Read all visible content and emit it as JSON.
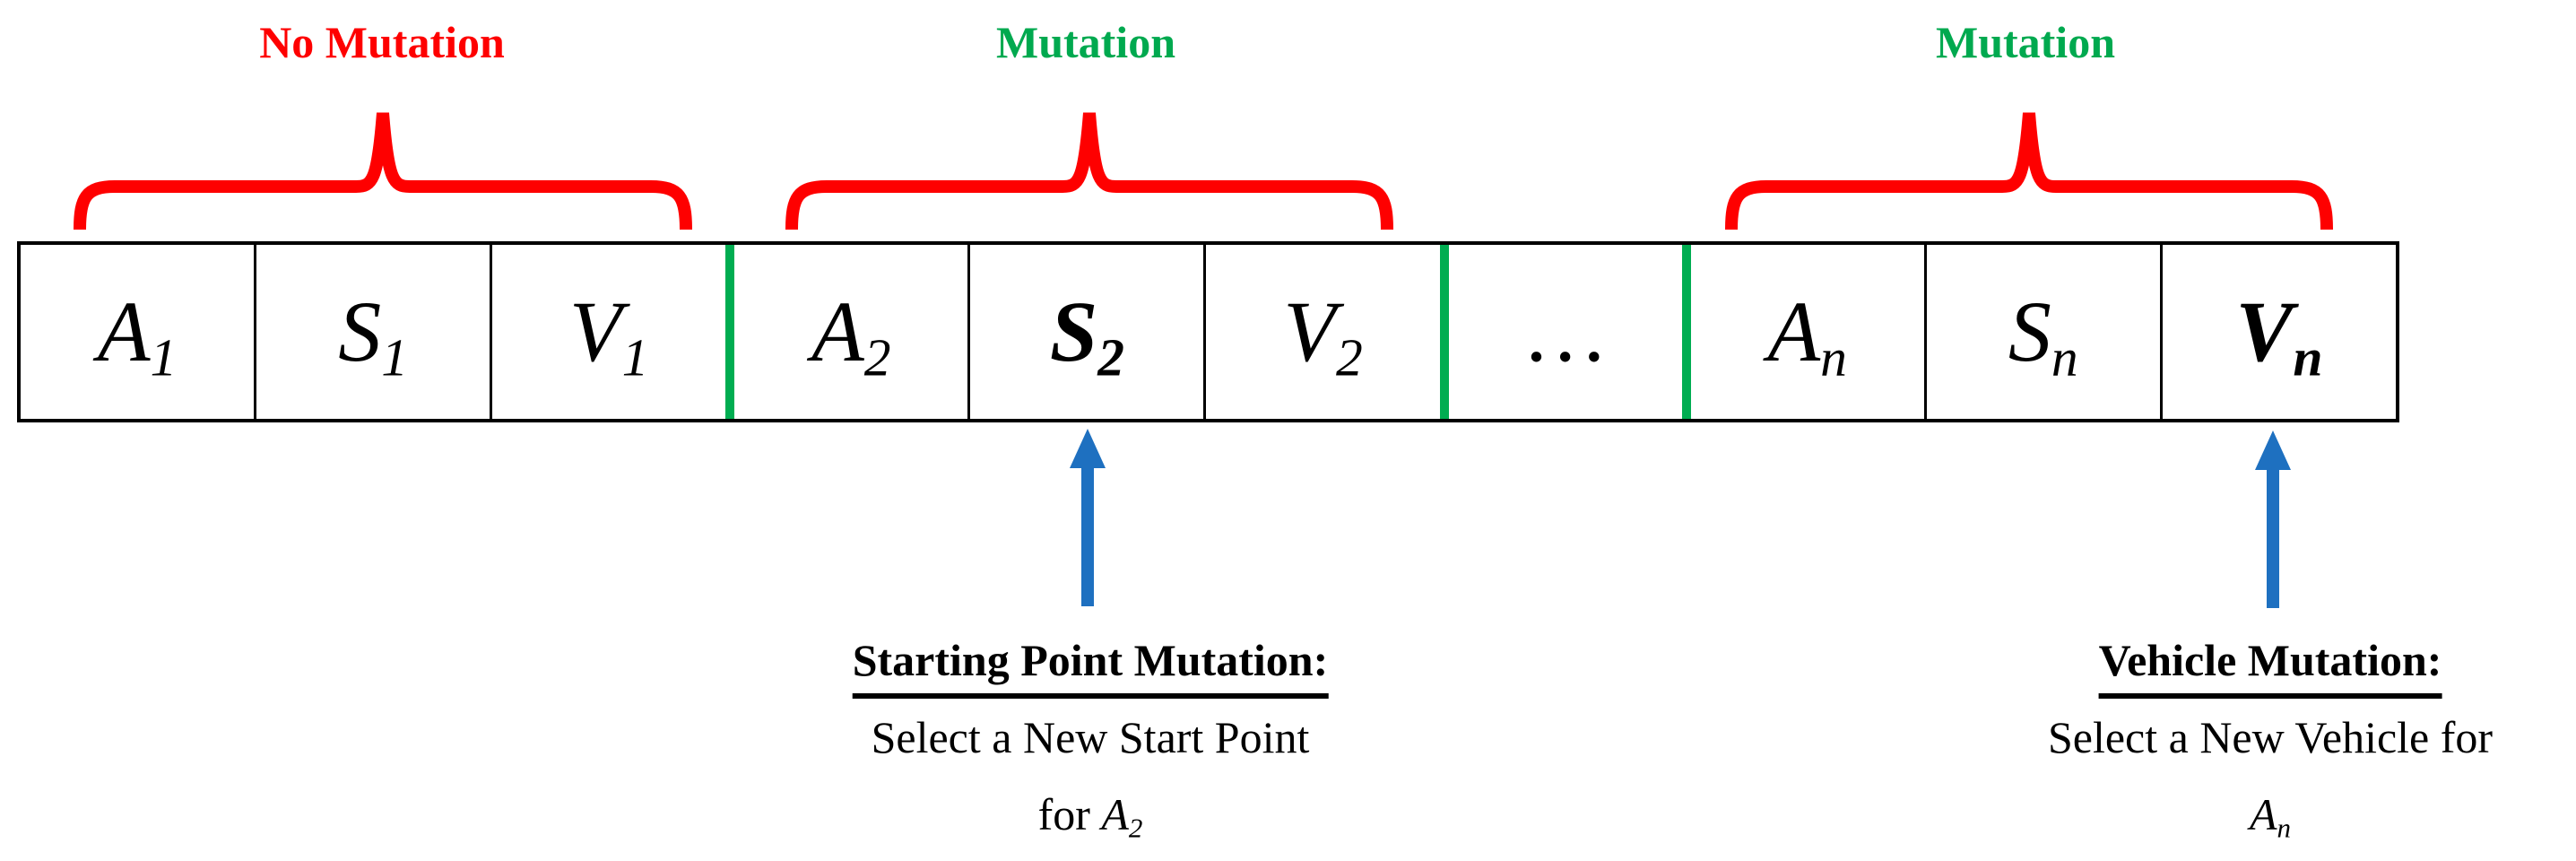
{
  "colors": {
    "red": "#fe0000",
    "green": "#00a94f",
    "blue": "#1e70c0",
    "black": "#000000",
    "background": "#ffffff"
  },
  "group_labels": [
    {
      "text": "No Mutation",
      "color": "red"
    },
    {
      "text": "Mutation",
      "color": "green"
    },
    {
      "text": "Mutation",
      "color": "green"
    }
  ],
  "chromosome": {
    "cells": [
      {
        "base": "A",
        "sub": "1"
      },
      {
        "base": "S",
        "sub": "1"
      },
      {
        "base": "V",
        "sub": "1"
      },
      {
        "base": "A",
        "sub": "2"
      },
      {
        "base": "S",
        "sub": "2"
      },
      {
        "base": "V",
        "sub": "2"
      },
      {
        "base": "…",
        "sub": ""
      },
      {
        "base": "A",
        "sub": "n"
      },
      {
        "base": "S",
        "sub": "n"
      },
      {
        "base": "V",
        "sub": "n"
      }
    ]
  },
  "annotations": {
    "starting_point": {
      "title": "Starting Point Mutation:",
      "line2": "Select a New Start Point",
      "line3_prefix": "for ",
      "line3_base": "A",
      "line3_sub": "2"
    },
    "vehicle": {
      "title": "Vehicle Mutation:",
      "line2": "Select a New Vehicle for",
      "line3_base": "A",
      "line3_sub": "n"
    }
  }
}
